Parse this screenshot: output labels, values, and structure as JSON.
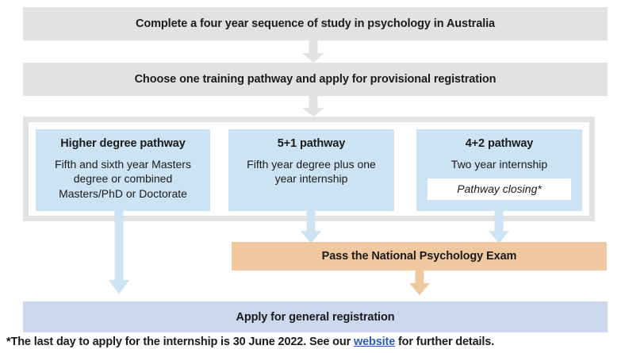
{
  "title": "Psychology registration pathways flowchart",
  "colors": {
    "grey_bar": "#e2e2e2",
    "light_blue_card": "#cbe3f3",
    "orange_bar": "#f0c8a0",
    "blue_bar": "#ccd8ee",
    "link": "#2a5db0",
    "text": "#1b1b1b"
  },
  "steps": {
    "step1": "Complete a four year sequence of study in psychology in Australia",
    "step2": "Choose one training pathway and apply for provisional registration",
    "exam": "Pass the National Psychology Exam",
    "registration": "Apply for general registration"
  },
  "pathways": [
    {
      "title": "Higher degree pathway",
      "description": "Fifth and sixth year Masters degree or combined Masters/PhD or Doctorate",
      "note": null
    },
    {
      "title": "5+1 pathway",
      "description": "Fifth year degree plus one year internship",
      "note": null
    },
    {
      "title": "4+2 pathway",
      "description": "Two year internship",
      "note": "Pathway closing*"
    }
  ],
  "footnote": {
    "before_link": "*The last day to apply for the internship is 30 June 2022. See our ",
    "link_text": "website",
    "after_link": " for further details."
  },
  "arrows": [
    {
      "name": "arrow-step1-to-step2",
      "color": "#e2e2e2"
    },
    {
      "name": "arrow-step2-to-pathways",
      "color": "#e2e2e2"
    },
    {
      "name": "arrow-higher-degree-to-registration",
      "color": "#cbe3f3"
    },
    {
      "name": "arrow-5plus1-to-exam",
      "color": "#cbe3f3"
    },
    {
      "name": "arrow-4plus2-to-exam",
      "color": "#cbe3f3"
    },
    {
      "name": "arrow-exam-to-registration",
      "color": "#f0c8a0"
    }
  ]
}
